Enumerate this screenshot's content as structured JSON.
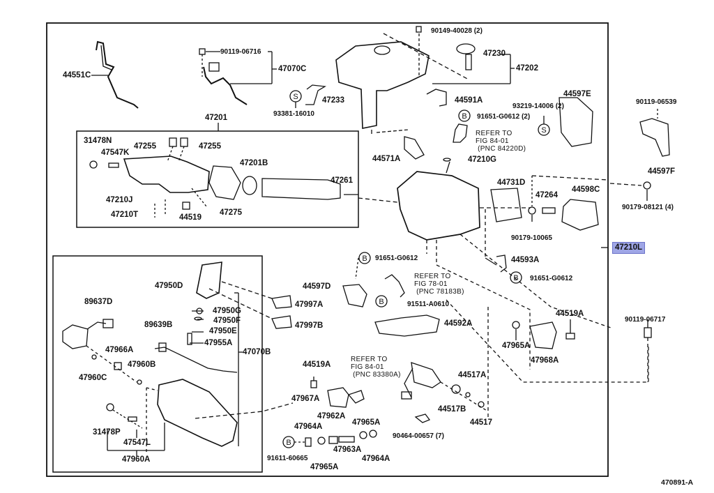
{
  "diagram": {
    "figure_id": "470891-A",
    "highlighted_part": "47210L",
    "highlight_color": "#9fa6e6",
    "symbols": {
      "S": "S",
      "B": "B"
    },
    "groups": {
      "upper_box": "47201",
      "lower_box": "47070B",
      "lower_sub": "47960A"
    },
    "labels": {
      "p44551C": "44551C",
      "p90119_06716": "90119-06716",
      "p47070C": "47070C",
      "p47233": "47233",
      "p93381_16010": "93381-16010",
      "p90149_40028": "90149-40028 (2)",
      "p47230": "47230",
      "p47202": "47202",
      "p44591A": "44591A",
      "p91651_G0612_2": "91651-G0612 (2)",
      "p93219_14006": "93219-14006 (2)",
      "p44597E": "44597E",
      "p90119_06539": "90119-06539",
      "p44597F": "44597F",
      "p90179_08121": "90179-08121 (4)",
      "p47201": "47201",
      "p31478N": "31478N",
      "p47547K": "47547K",
      "p47255a": "47255",
      "p47255b": "47255",
      "p47201B": "47201B",
      "p47261": "47261",
      "p47210J": "47210J",
      "p47210T": "47210T",
      "p44519": "44519",
      "p47275": "47275",
      "p44571A": "44571A",
      "p47210G": "47210G",
      "p44731D": "44731D",
      "p47264": "47264",
      "p44598C": "44598C",
      "p90179_10065": "90179-10065",
      "p47210L": "47210L",
      "p91651_G0612_c": "91651-G0612",
      "p44593A": "44593A",
      "p91651_G0612_r": "91651-G0612",
      "p44597D": "44597D",
      "p91511_A0610": "91511-A0610",
      "p44592A": "44592A",
      "p47997A": "47997A",
      "p47997B": "47997B",
      "p47950D": "47950D",
      "p47950G": "47950G",
      "p47950F": "47950F",
      "p47950E": "47950E",
      "p47955A": "47955A",
      "p89637D": "89637D",
      "p89639B": "89639B",
      "p47966A": "47966A",
      "p47960B": "47960B",
      "p47960C": "47960C",
      "p47070B": "47070B",
      "p31478P": "31478P",
      "p47547L": "47547L",
      "p47960A": "47960A",
      "p44519A_l": "44519A",
      "p47967A": "47967A",
      "p47962A": "47962A",
      "p47965A_c": "47965A",
      "p47964A_l": "47964A",
      "p91611_60665": "91611-60665",
      "p47963A": "47963A",
      "p47965A_b": "47965A",
      "p47964A_r": "47964A",
      "p90464_00657": "90464-00657 (7)",
      "p44517A": "44517A",
      "p44517B": "44517B",
      "p44517": "44517",
      "p44519A_r": "44519A",
      "p47965A_r": "47965A",
      "p47968A": "47968A",
      "p90119_06717": "90119-06717"
    },
    "refs": {
      "ref_84220D": "REFER TO\nFIG 84-01\n (PNC 84220D)",
      "ref_78183B": "REFER TO\nFIG 78-01\n (PNC 78183B)",
      "ref_83380A": "REFER TO\nFIG 84-01\n (PNC 83380A)"
    }
  }
}
